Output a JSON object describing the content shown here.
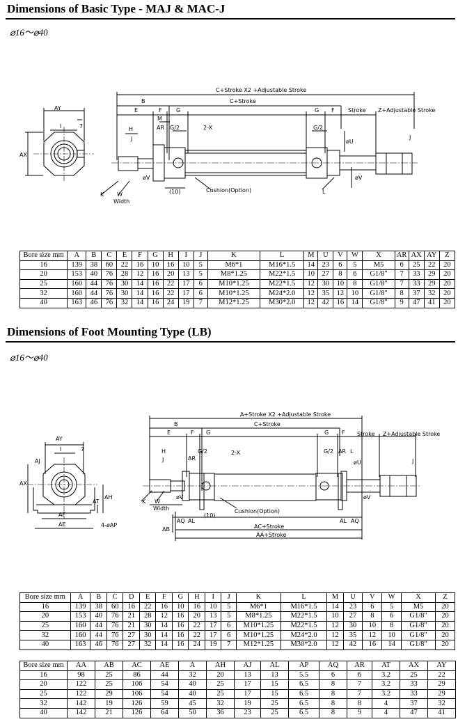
{
  "section1": {
    "title": "Dimensions of Basic Type - MAJ & MAC-J",
    "bore_range": "⌀16～⌀40",
    "drawing_labels": {
      "total": "C+Stroke X2 +Adjustable Stroke",
      "b": "B",
      "c_stroke": "C+Stroke",
      "e": "E",
      "f": "F",
      "g": "G",
      "g2": "G",
      "f2": "F",
      "stroke": "Stroke",
      "z_adj": "Z+Adjustable Stroke",
      "m": "M",
      "h": "H",
      "j": "J",
      "ar": "AR",
      "g_half": "G/2",
      "g_half2": "G/2",
      "two_x": "2-X",
      "u": "øU",
      "v": "øV",
      "v2": "øV",
      "l": "L",
      "j2": "J",
      "k": "K",
      "w": "W",
      "width": "Width",
      "ten": "(10)",
      "cushion": "Cushion(Option)",
      "ay": "AY",
      "i": "I",
      "seven": "7",
      "ax": "AX"
    },
    "table": {
      "headers": [
        "Bore size mm",
        "A",
        "B",
        "C",
        "E",
        "F",
        "G",
        "H",
        "I",
        "J",
        "K",
        "L",
        "M",
        "U",
        "V",
        "W",
        "X",
        "AR",
        "AX",
        "AY",
        "Z"
      ],
      "rows": [
        [
          "16",
          "139",
          "38",
          "60",
          "22",
          "16",
          "10",
          "16",
          "10",
          "5",
          "M6*1",
          "M16*1.5",
          "14",
          "23",
          "6",
          "5",
          "M5",
          "6",
          "25",
          "22",
          "20"
        ],
        [
          "20",
          "153",
          "40",
          "76",
          "28",
          "12",
          "16",
          "20",
          "13",
          "5",
          "M8*1.25",
          "M22*1.5",
          "10",
          "27",
          "8",
          "6",
          "G1/8\"",
          "7",
          "33",
          "29",
          "20"
        ],
        [
          "25",
          "160",
          "44",
          "76",
          "30",
          "14",
          "16",
          "22",
          "17",
          "6",
          "M10*1.25",
          "M22*1.5",
          "12",
          "30",
          "10",
          "8",
          "G1/8\"",
          "7",
          "33",
          "29",
          "20"
        ],
        [
          "32",
          "160",
          "44",
          "76",
          "30",
          "14",
          "16",
          "22",
          "17",
          "6",
          "M10*1.25",
          "M24*2.0",
          "12",
          "35",
          "12",
          "10",
          "G1/8\"",
          "8",
          "37",
          "32",
          "20"
        ],
        [
          "40",
          "163",
          "46",
          "76",
          "32",
          "14",
          "16",
          "24",
          "19",
          "7",
          "M12*1.25",
          "M30*2.0",
          "12",
          "42",
          "16",
          "14",
          "G1/8\"",
          "9",
          "47",
          "41",
          "20"
        ]
      ]
    }
  },
  "section2": {
    "title": "Dimensions of Foot Mounting Type (LB)",
    "bore_range": "⌀16～⌀40",
    "drawing_labels": {
      "total": "A+Stroke X2 +Adjustable Stroke",
      "b": "B",
      "c_stroke": "C+Stroke",
      "e": "E",
      "f": "F",
      "g": "G",
      "g2": "G",
      "f2": "F",
      "stroke": "Stroke",
      "z_adj": "Z+Adjustable Stroke",
      "h": "H",
      "j": "J",
      "g_half": "G/2",
      "ar": "AR",
      "two_x": "2-X",
      "g_half2": "G/2",
      "ar2": "AR",
      "l": "L",
      "u": "øU",
      "v": "øV",
      "v2": "øV",
      "j2": "J",
      "k": "K",
      "w": "W",
      "width": "Width",
      "aq": "AQ",
      "al": "AL",
      "ten": "(10)",
      "cushion": "Cushion(Option)",
      "al2": "AL",
      "aq2": "AQ",
      "ab": "AB",
      "ac_stroke": "AC+Stroke",
      "aa_stroke": "AA+Stroke",
      "ay": "AY",
      "aj": "AJ",
      "i": "I",
      "seven": "7",
      "ax": "AX",
      "at": "AT",
      "ah": "AH",
      "af": "AF",
      "ae": "AE",
      "ap": "4-øAP"
    },
    "table1": {
      "headers": [
        "Bore size mm",
        "A",
        "B",
        "C",
        "D",
        "E",
        "F",
        "G",
        "H",
        "I",
        "J",
        "K",
        "L",
        "M",
        "U",
        "V",
        "W",
        "X",
        "Z"
      ],
      "rows": [
        [
          "16",
          "139",
          "38",
          "60",
          "16",
          "22",
          "16",
          "10",
          "16",
          "10",
          "5",
          "M6*1",
          "M16*1.5",
          "14",
          "23",
          "6",
          "5",
          "M5",
          "20"
        ],
        [
          "20",
          "153",
          "40",
          "76",
          "21",
          "28",
          "12",
          "16",
          "20",
          "13",
          "5",
          "M8*1.25",
          "M22*1.5",
          "10",
          "27",
          "8",
          "6",
          "G1/8\"",
          "20"
        ],
        [
          "25",
          "160",
          "44",
          "76",
          "21",
          "30",
          "14",
          "16",
          "22",
          "17",
          "6",
          "M10*1.25",
          "M22*1.5",
          "12",
          "30",
          "10",
          "8",
          "G1/8\"",
          "20"
        ],
        [
          "32",
          "160",
          "44",
          "76",
          "27",
          "30",
          "14",
          "16",
          "22",
          "17",
          "6",
          "M10*1.25",
          "M24*2.0",
          "12",
          "35",
          "12",
          "10",
          "G1/8\"",
          "20"
        ],
        [
          "40",
          "163",
          "46",
          "76",
          "27",
          "32",
          "14",
          "16",
          "24",
          "19",
          "7",
          "M12*1.25",
          "M30*2.0",
          "12",
          "42",
          "16",
          "14",
          "G1/8\"",
          "20"
        ]
      ]
    },
    "table2": {
      "headers": [
        "Bore size mm",
        "AA",
        "AB",
        "AC",
        "AE",
        "A",
        "AH",
        "AJ",
        "AL",
        "AP",
        "AQ",
        "AR",
        "AT",
        "AX",
        "AY"
      ],
      "rows": [
        [
          "16",
          "98",
          "25",
          "86",
          "44",
          "32",
          "20",
          "13",
          "13",
          "5.5",
          "6",
          "6",
          "3.2",
          "25",
          "22"
        ],
        [
          "20",
          "122",
          "25",
          "106",
          "54",
          "40",
          "25",
          "17",
          "15",
          "6.5",
          "8",
          "7",
          "3.2",
          "33",
          "29"
        ],
        [
          "25",
          "122",
          "29",
          "106",
          "54",
          "40",
          "25",
          "17",
          "15",
          "6.5",
          "8",
          "7",
          "3.2",
          "33",
          "29"
        ],
        [
          "32",
          "142",
          "19",
          "126",
          "59",
          "45",
          "32",
          "19",
          "25",
          "6.5",
          "8",
          "8",
          "4",
          "37",
          "32"
        ],
        [
          "40",
          "142",
          "21",
          "126",
          "64",
          "50",
          "36",
          "23",
          "25",
          "6.5",
          "8",
          "9",
          "4",
          "47",
          "41"
        ]
      ]
    }
  }
}
